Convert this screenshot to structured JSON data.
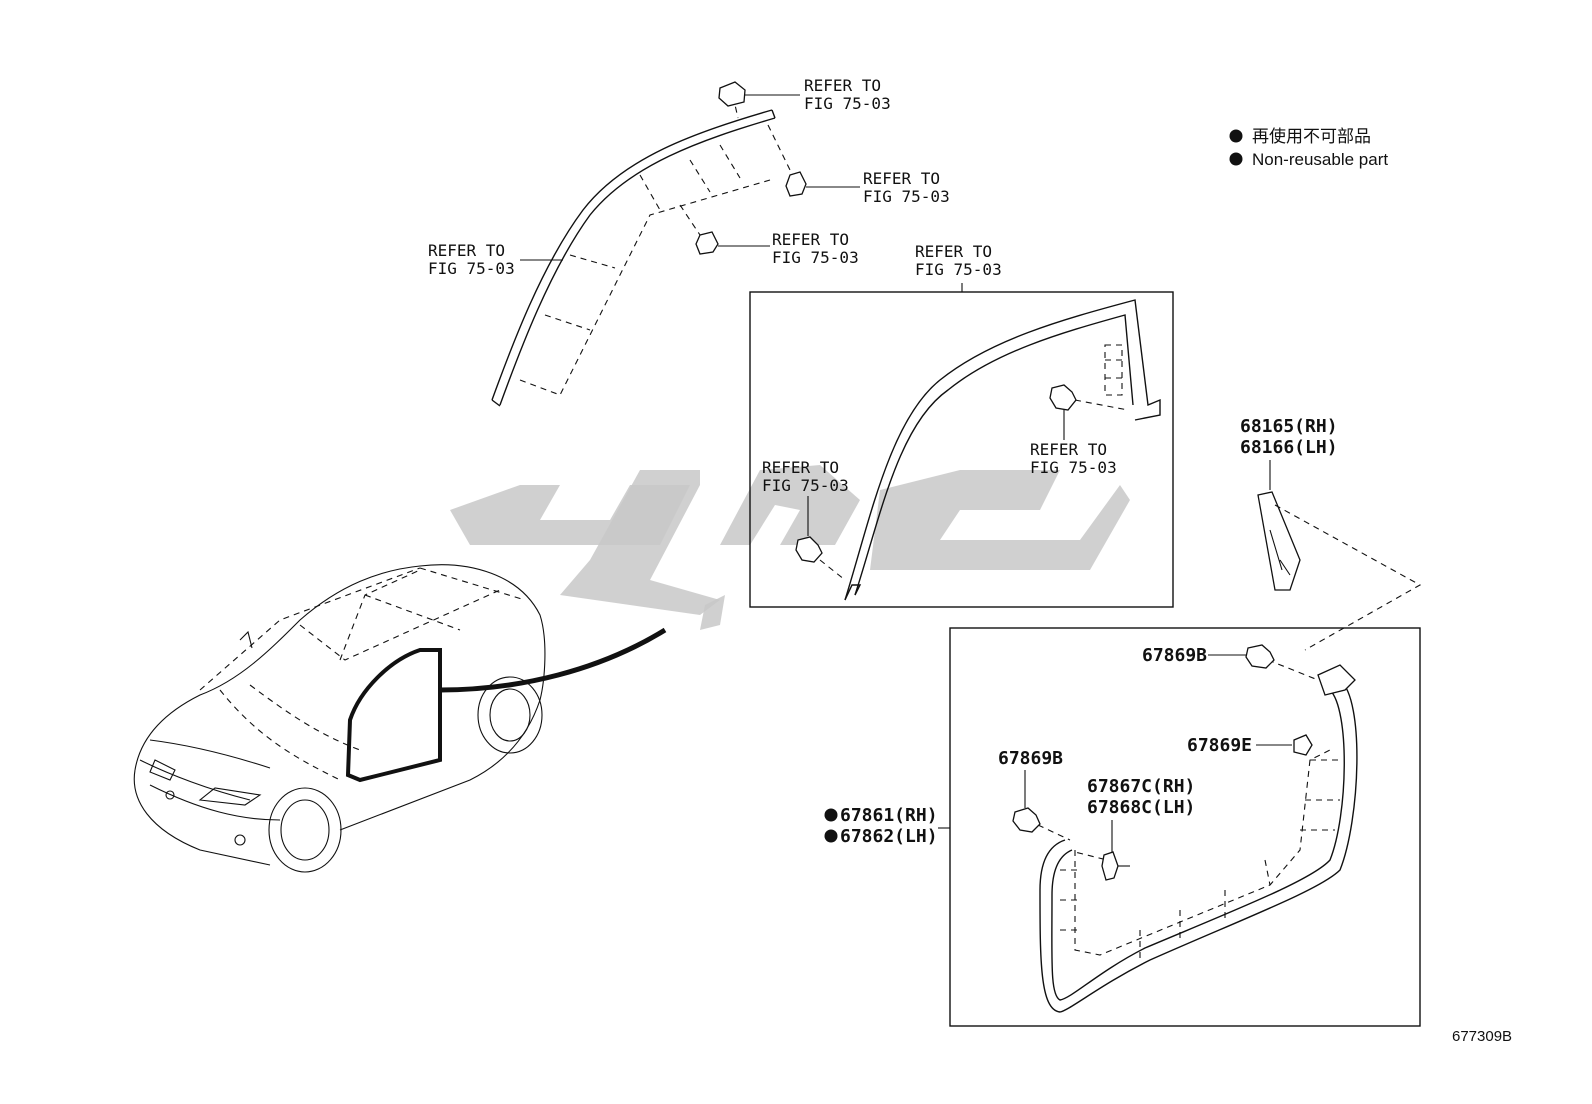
{
  "legend": {
    "japanese": "再使用不可部品",
    "english": "Non-reusable part"
  },
  "refer_labels": {
    "line1": "REFER TO",
    "line2": "FIG 75-03"
  },
  "parts": {
    "p68165": "68165(RH)",
    "p68166": "68166(LH)",
    "p67869b_top": "67869B",
    "p67869e": "67869E",
    "p67869b_left": "67869B",
    "p67867c": "67867C(RH)",
    "p67868c": "67868C(LH)",
    "p67861": "67861(RH)",
    "p67862": "67862(LH)"
  },
  "diagram_code": "677309B"
}
